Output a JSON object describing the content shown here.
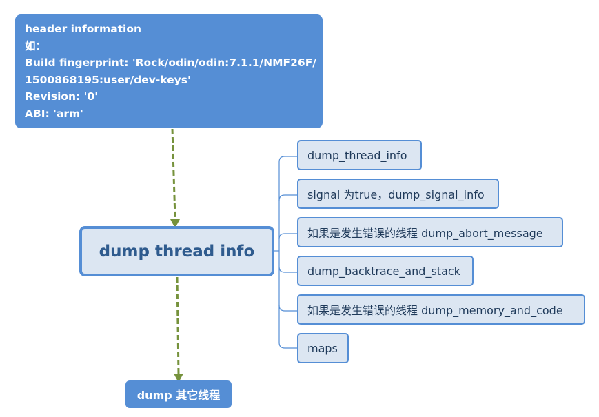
{
  "header_node": {
    "lines": [
      "header information",
      "如：",
      "Build fingerprint: 'Rock/odin/odin:7.1.1/NMF26F/",
      "1500868195:user/dev-keys'",
      "Revision: '0'",
      "ABI: 'arm'"
    ]
  },
  "central_node": {
    "label": "dump thread info"
  },
  "children": [
    {
      "label": "dump_thread_info"
    },
    {
      "label": "signal 为true，dump_signal_info"
    },
    {
      "label": "如果是发生错误的线程 dump_abort_message"
    },
    {
      "label": "dump_backtrace_and_stack"
    },
    {
      "label": "如果是发生错误的线程 dump_memory_and_code"
    },
    {
      "label": "maps"
    }
  ],
  "bottom_node": {
    "label": "dump 其它线程"
  },
  "colors": {
    "node_fill": "#558ed5",
    "subnode_fill": "#dce6f2",
    "arrow": "#76923c",
    "connector": "#558ed5"
  }
}
